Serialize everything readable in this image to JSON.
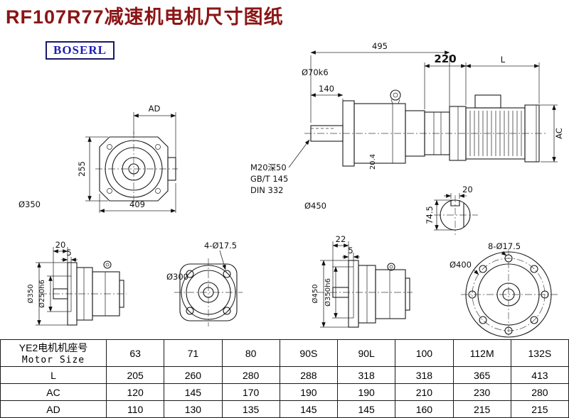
{
  "page": {
    "title": "RF107R77减速机电机尺寸图纸",
    "logo": "BOSERL",
    "title_color": "#8b1515",
    "logo_color": "#1d1db8",
    "line_color": "#1a1a1a"
  },
  "views": {
    "front": {
      "ad": "AD",
      "h255": "255",
      "w409": "409",
      "d350": "Ø350"
    },
    "side": {
      "w495": "495",
      "w140": "140",
      "shaft": "Ø70k6",
      "key": "20.4",
      "thread1": "M20深50",
      "thread2": "GB/T 145",
      "thread3": "DIN 332",
      "d450": "Ø450"
    },
    "motor": {
      "w220": "220",
      "len": "L",
      "ac": "AC"
    },
    "shaft_section": {
      "w20": "20",
      "h745": "74.5"
    },
    "flange_a_side": {
      "w20": "20",
      "w5": "5",
      "d350": "Ø350",
      "d250": "Ø250h6"
    },
    "flange_a_front": {
      "holes": "4-Ø17.5",
      "d300": "Ø300"
    },
    "flange_b_side": {
      "w22": "22",
      "w5": "5",
      "d450": "Ø450",
      "d350": "Ø350h6"
    },
    "flange_b_front": {
      "holes": "8-Ø17.5",
      "d400": "Ø400"
    }
  },
  "table": {
    "header_cn": "YE2电机机座号",
    "header_en": "Motor Size",
    "sizes": [
      "63",
      "71",
      "80",
      "90S",
      "90L",
      "100",
      "112M",
      "132S"
    ],
    "rows": [
      {
        "label": "L",
        "values": [
          "205",
          "260",
          "280",
          "288",
          "318",
          "318",
          "365",
          "413"
        ]
      },
      {
        "label": "AC",
        "values": [
          "120",
          "145",
          "170",
          "190",
          "190",
          "210",
          "230",
          "280"
        ]
      },
      {
        "label": "AD",
        "values": [
          "110",
          "130",
          "135",
          "145",
          "145",
          "160",
          "215",
          "215"
        ]
      }
    ]
  }
}
